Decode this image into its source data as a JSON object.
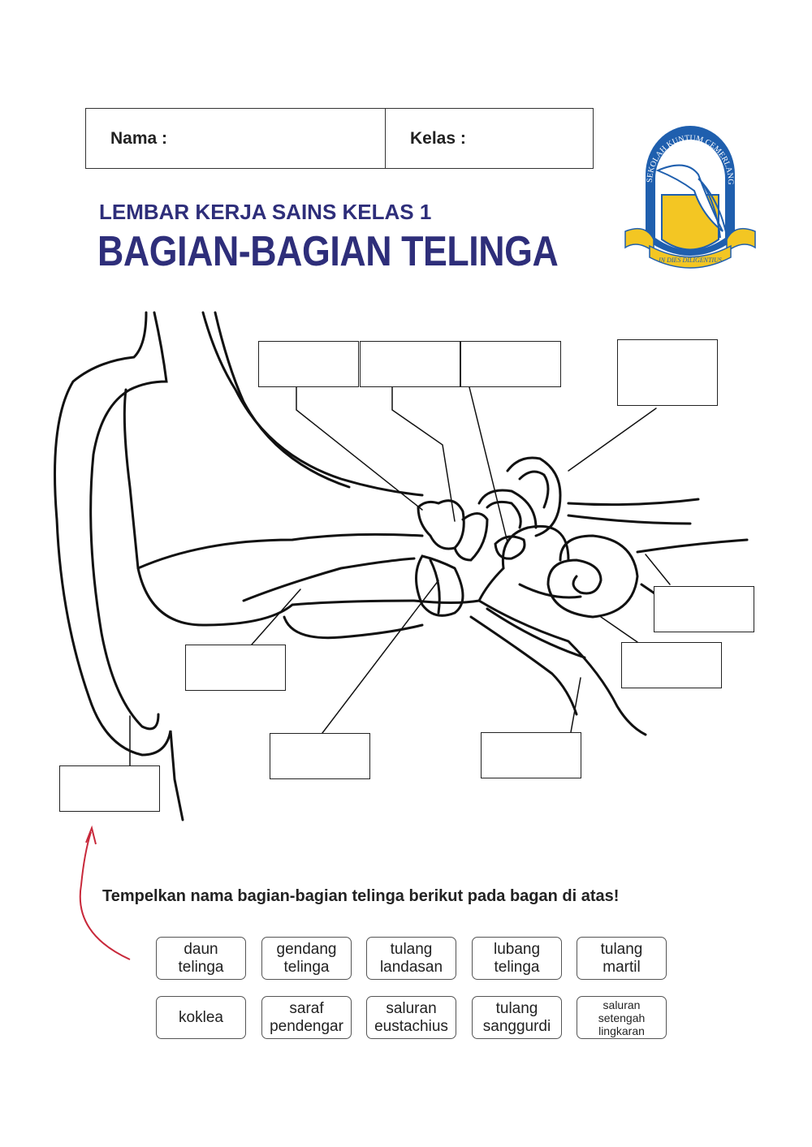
{
  "header": {
    "name_label": "Nama :",
    "class_label": "Kelas :"
  },
  "subtitle": "LEMBAR KERJA SAINS KELAS 1",
  "title": "BAGIAN-BAGIAN TELINGA",
  "logo": {
    "text_top": "SEKOLAH KUNTUM CEMERLANG",
    "motto": "IN DIES DILIGENTIUS",
    "colors": {
      "blue": "#1f5fae",
      "yellow": "#f3c623"
    }
  },
  "colors": {
    "title": "#2e2e7a",
    "arrow": "#c8283a"
  },
  "instruction": "Tempelkan nama bagian-bagian telinga berikut pada bagan di atas!",
  "word_cards": [
    {
      "label": "daun\ntelinga"
    },
    {
      "label": "gendang\ntelinga"
    },
    {
      "label": "tulang\nlandasan"
    },
    {
      "label": "lubang\ntelinga"
    },
    {
      "label": "tulang\nmartil"
    },
    {
      "label": "koklea"
    },
    {
      "label": "saraf\npendengar"
    },
    {
      "label": "saluran\neustachius"
    },
    {
      "label": "tulang\nsanggurdi"
    },
    {
      "label": "saluran\nsetengah\nlingkaran"
    }
  ]
}
